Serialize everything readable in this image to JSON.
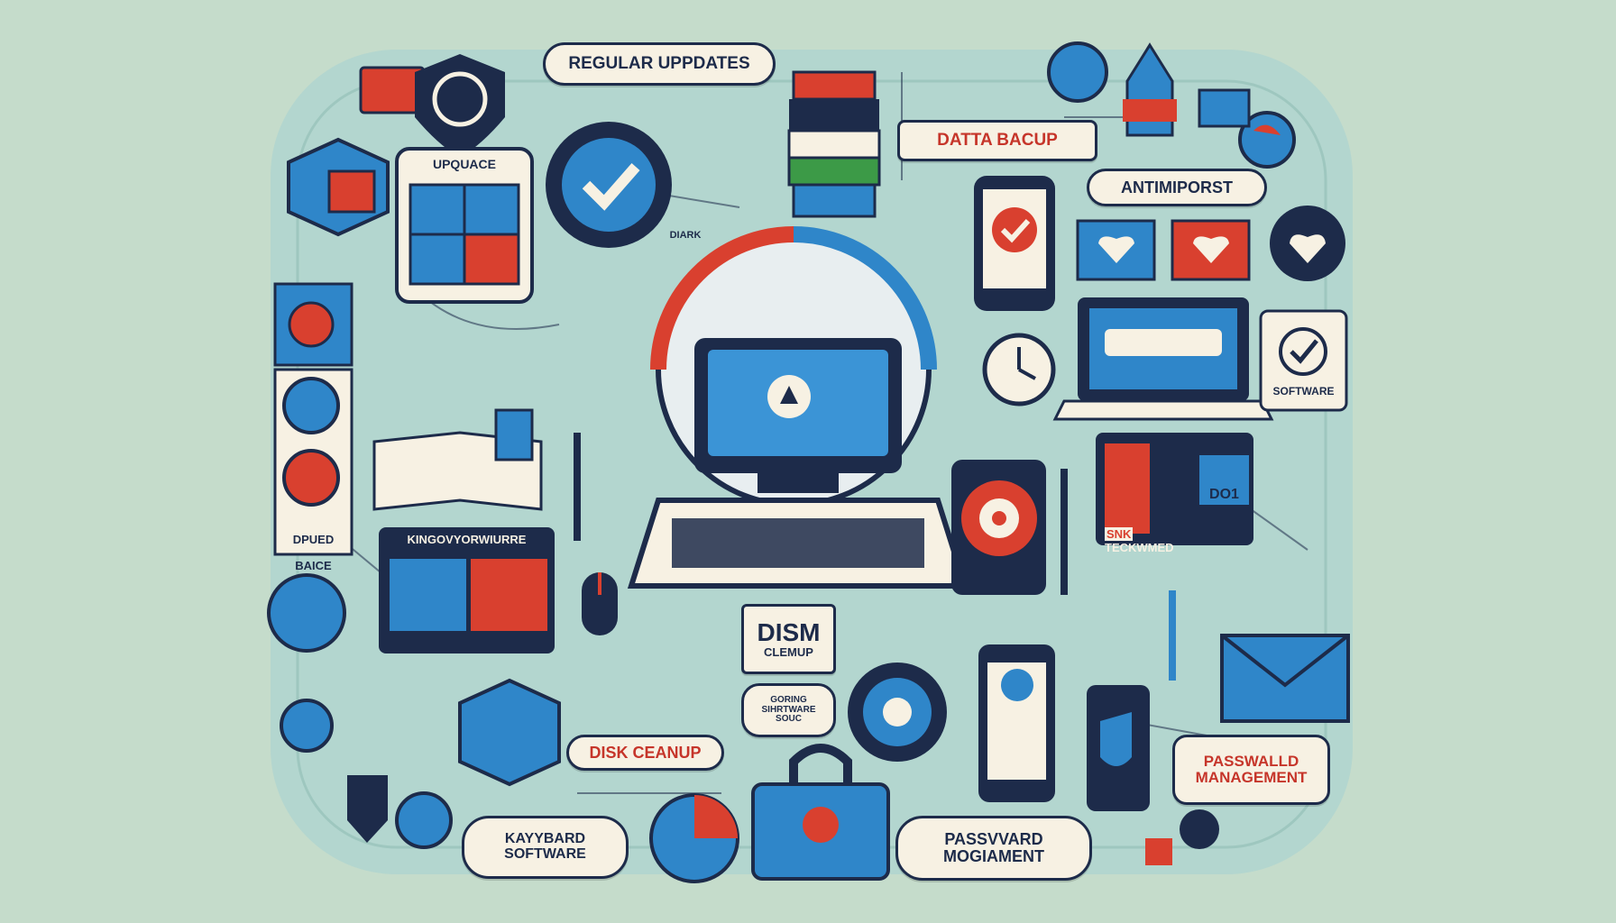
{
  "colors": {
    "background": "#c5dccb",
    "panel": "#b3d6cf",
    "navy": "#1d2b4a",
    "blue": "#2f86c9",
    "red": "#d9402f",
    "cream": "#f7f1e3"
  },
  "labels": {
    "regular_updates": "REGULAR UPPDATES",
    "data_backup": "DATTA BACUP",
    "antimiporst": "ANTIMIPORST",
    "upquace": "UPQUACE",
    "software_badge": "SOFTWARE",
    "dpued_baice_line1": "DPUED",
    "dpued_baice_line2": "BAICE",
    "kingovy": "KINGOVYORWIURRE",
    "disk_cleanup_line1": "DISM",
    "disk_cleanup_line2": "CLEMUP",
    "goring_line1": "GORING",
    "goring_line2": "SIHRTWARE",
    "goring_line3": "SOUC",
    "disk_cleanup_pill": "DISK CEANUP",
    "keyboard_line1": "KAYYBARD",
    "keyboard_line2": "SOFTWARE",
    "password_bottom_line1": "PASSVVARD",
    "password_bottom_line2": "MOGIAMENT",
    "password_right_line1": "PASSWALLD",
    "password_right_line2": "MANAGEMENT",
    "laptop_screen_left": "SNK",
    "laptop_screen_right": "TECKWMED",
    "laptop_screen_code": "DO1",
    "disk_label_top": "DIARK"
  },
  "icons": [
    "shield-check-icon",
    "gear-check-icon",
    "database-stack-icon",
    "globe-icon",
    "rocket-icon",
    "monitor-icon",
    "laptop-icon",
    "smartphone-icon",
    "heart-chat-icon",
    "alarm-clock-icon",
    "padlock-icon",
    "envelope-icon",
    "mouse-icon",
    "target-icon",
    "pen-icon",
    "folder-icon",
    "cube-icon"
  ]
}
